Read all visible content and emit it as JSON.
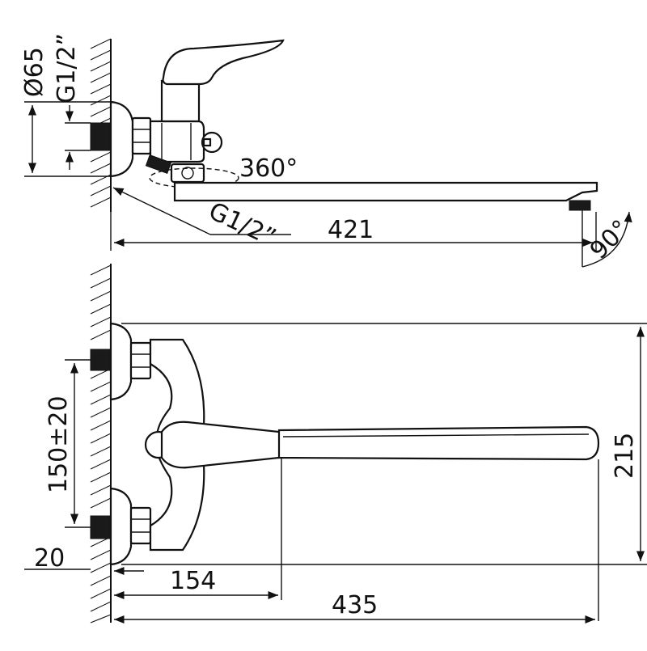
{
  "dimensions": {
    "diameter": "Ø65",
    "thread_top": "G1/2”",
    "swivel_angle": "360°",
    "thread_bottom": "G1/2”",
    "spout_length_side": "421",
    "outlet_angle": "90°",
    "height": "215",
    "inlet_spacing": "150±20",
    "offset": "20",
    "handle_reach": "154",
    "total_length": "435"
  },
  "colors": {
    "line": "#111111",
    "background": "#ffffff"
  }
}
